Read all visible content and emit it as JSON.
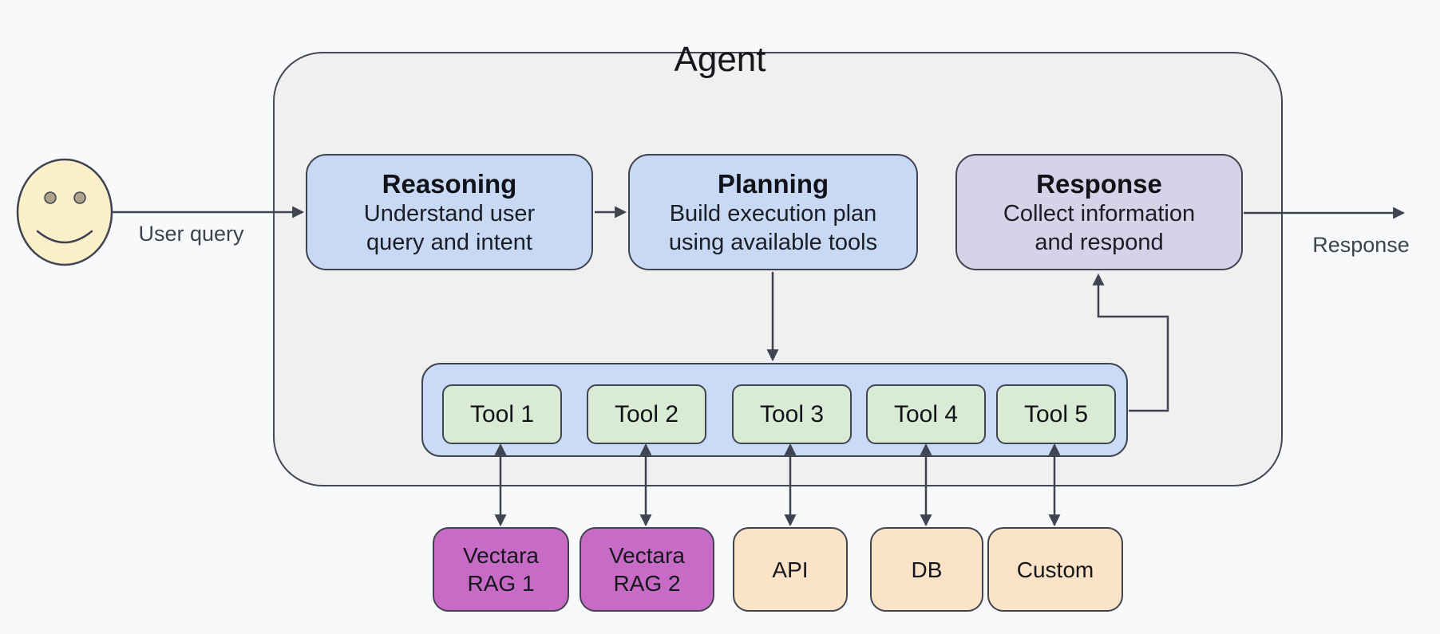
{
  "diagram": {
    "title": "Agent",
    "colors": {
      "background": "#F8F9FB",
      "agent_fill": "#F0F0F0",
      "stage_blue": "#C8D9F6",
      "stage_lavender": "#D8D2E9",
      "tools_container_blue": "#C9DBF6",
      "tool_green": "#DAEBD5",
      "rag_magenta": "#C76BC7",
      "resource_peach": "#FBE3C7",
      "line": "#3F4450"
    },
    "user": {
      "icon": "smiley-face-icon"
    },
    "edge_labels": {
      "user_query": "User query",
      "response": "Response"
    },
    "stages": [
      {
        "title": "Reasoning",
        "line1": "Understand user",
        "line2": "query and intent"
      },
      {
        "title": "Planning",
        "line1": "Build execution plan",
        "line2": "using available tools"
      },
      {
        "title": "Response",
        "line1": "Collect information",
        "line2": "and respond"
      }
    ],
    "tools": [
      {
        "label": "Tool 1"
      },
      {
        "label": "Tool 2"
      },
      {
        "label": "Tool 3"
      },
      {
        "label": "Tool 4"
      },
      {
        "label": "Tool 5"
      }
    ],
    "resources": [
      {
        "line1": "Vectara",
        "line2": "RAG 1"
      },
      {
        "line1": "Vectara",
        "line2": "RAG 2"
      },
      {
        "line1": "API"
      },
      {
        "line1": "DB"
      },
      {
        "line1": "Custom"
      }
    ]
  }
}
